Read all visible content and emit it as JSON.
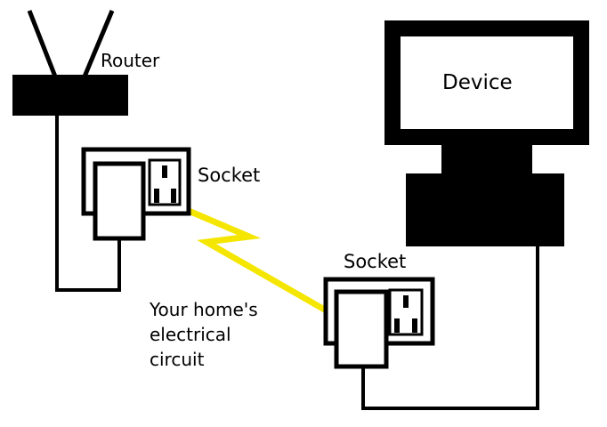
{
  "labels": {
    "router": "Router",
    "device": "Device",
    "socket_left": "Socket",
    "socket_right": "Socket",
    "circuit_line1": "Your home's",
    "circuit_line2": "electrical",
    "circuit_line3": "circuit"
  },
  "colors": {
    "ink": "#000000",
    "electric": "#f4e600",
    "background": "#ffffff"
  }
}
